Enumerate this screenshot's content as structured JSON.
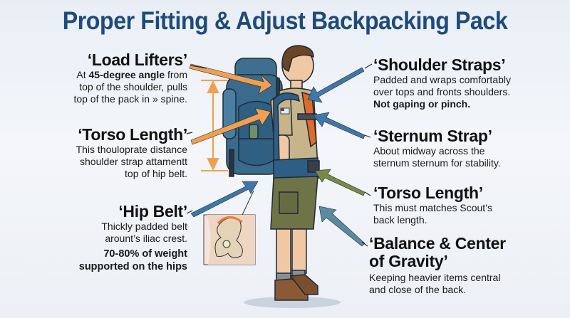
{
  "title": "Proper Fitting & Adjust Backpacking Pack",
  "colors": {
    "title": "#1f4a7c",
    "arrow_orange": "#f0a050",
    "arrow_blue": "#3f78a8",
    "arrow_green": "#7a8a45",
    "arrow_teal": "#5a8aa0"
  },
  "left_labels": [
    {
      "heading": "‘Load Lifters’",
      "body_prefix": "At ",
      "body_bold": "45-degree angle",
      "body_suffix": " from",
      "body_line2": "top of the shoulder, pulls",
      "body_line3": "top of the pack in » spine."
    },
    {
      "heading": "‘Torso Length’",
      "body_line1": "This thouloprate distance",
      "body_line2": "shoulder strap attamentt",
      "body_line3": "top of hip belt."
    },
    {
      "heading": "‘Hip Belt’",
      "body_line1": "Thickly padded belt",
      "body_line2": "arount’s iliac crest.",
      "strong_line1": "70-80% of weight",
      "strong_line2": "supported on the hips"
    }
  ],
  "right_labels": [
    {
      "heading": "‘Shoulder Straps’",
      "body_line1": "Padded and wraps comfortably",
      "body_line2": "over tops and fronts shoulders.",
      "strong_line1": "Not gaping or pinch."
    },
    {
      "heading": "‘Sternum Strap’",
      "body_line1": "About midway across the",
      "body_line2": "sternum sternum for stability."
    },
    {
      "heading": "‘Torso Length’",
      "body_line1": "This must matches Scout’s",
      "body_line2": "back length."
    },
    {
      "heading_line1": "‘Balance & Center",
      "heading_line2": "of Gravity’",
      "body_line1": "Keeping heavier items central",
      "body_line2": "and close of the back."
    }
  ],
  "illustration": {
    "subject": "scout-with-backpack",
    "inset": "hip-bone-iliac-crest"
  }
}
